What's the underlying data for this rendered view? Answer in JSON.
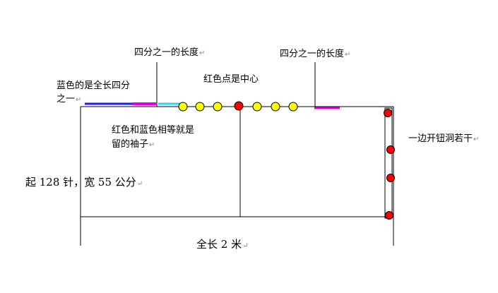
{
  "labels": {
    "quarter_left": "四分之一的长度",
    "quarter_right": "四分之一的长度",
    "blue_note_line1": "蓝色的是全长四分",
    "blue_note_line2": "之一",
    "red_dot_center": "红色点是中心",
    "sleeve_note_line1": "红色和蓝色相等就是",
    "sleeve_note_line2": "留的袖子",
    "buttonholes": "一边开钮洞若干",
    "cast_on": "起 128 针，宽 55 公分",
    "total_length": "全长 2 米",
    "return_mark": "↵"
  },
  "colors": {
    "outline": "#000000",
    "blue_segment": "#1a1aff",
    "magenta_segment": "#e000e0",
    "cyan_segment": "#33ccff",
    "yellow_dot": "#ffff00",
    "red_dot": "#ff0000"
  }
}
